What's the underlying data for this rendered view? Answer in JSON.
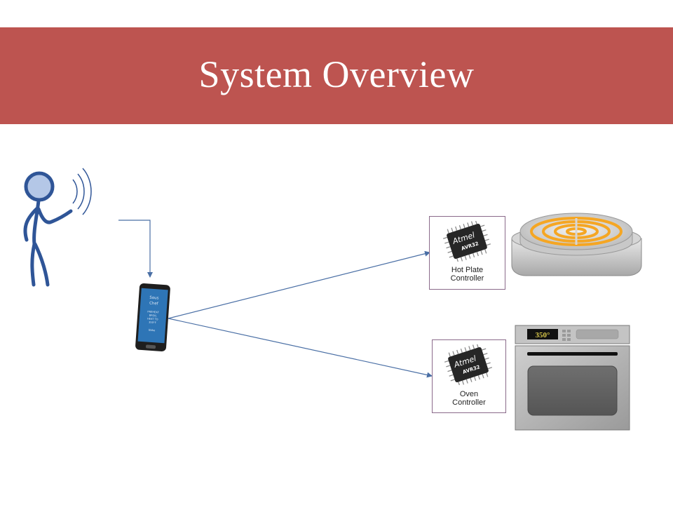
{
  "slide": {
    "title": "System Overview"
  },
  "phone": {
    "screen_lines": [
      "Sous",
      "Chef",
      "PREHEAT",
      "BROIL",
      "HEAT TO",
      "350°F",
      "Bake"
    ]
  },
  "controllers": [
    {
      "label_line1": "Hot Plate",
      "label_line2": "Controller",
      "chip_brand": "Atmel",
      "chip_model": "AVR32"
    },
    {
      "label_line1": "Oven",
      "label_line2": "Controller",
      "chip_brand": "Atmel",
      "chip_model": "AVR32"
    }
  ],
  "oven": {
    "display_temp": "350°"
  },
  "colors": {
    "title_bar": "#bd5450",
    "figure": "#2f5597",
    "figure_head_fill": "#b4c7e7",
    "arrow": "#4a6fa5",
    "phone_screen": "#2e75b6"
  }
}
